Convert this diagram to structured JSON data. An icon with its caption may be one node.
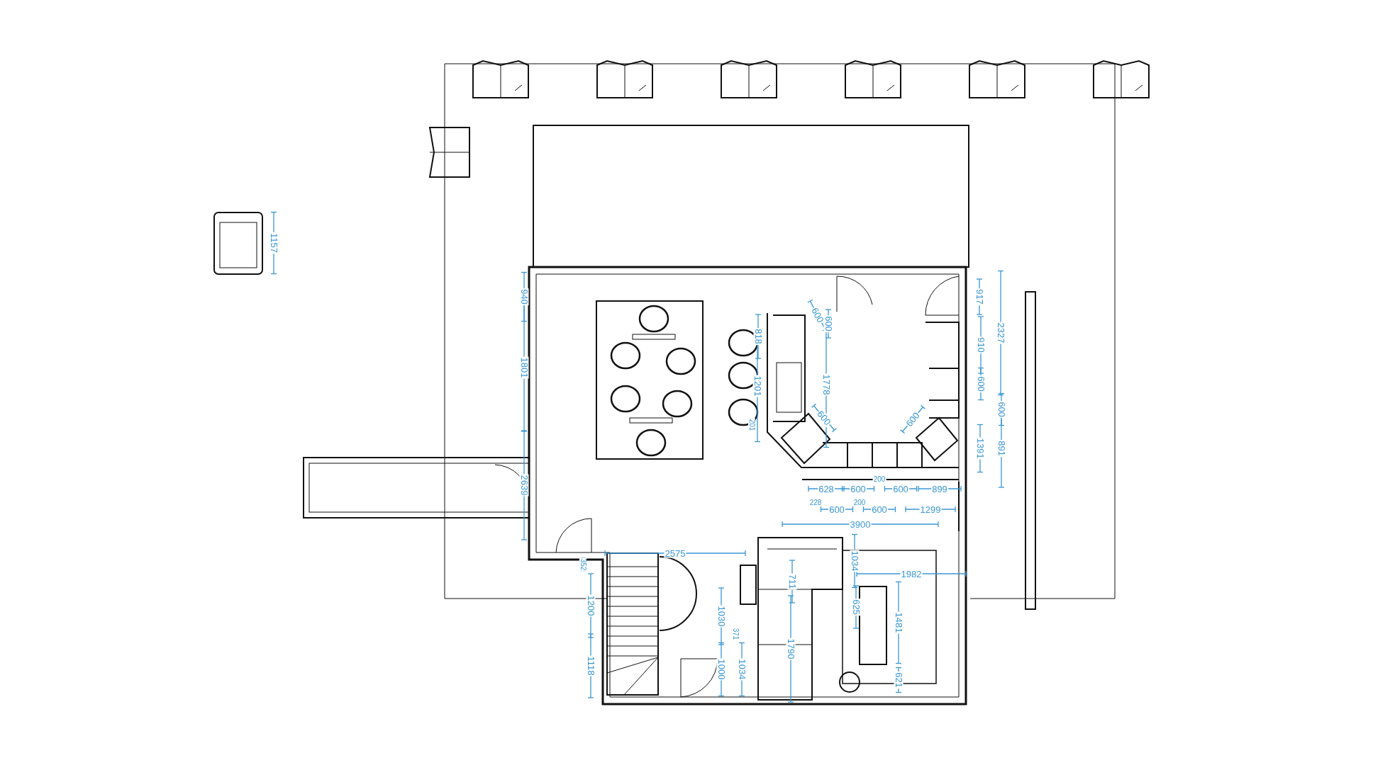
{
  "diagram": {
    "labels": [
      "1157",
      "940",
      "917",
      "818",
      "600",
      "600",
      "2327",
      "910",
      "1801",
      "1201",
      "1778",
      "600",
      "600",
      "201",
      "600",
      "600",
      "1391",
      "891",
      "2639",
      "200",
      "628",
      "600",
      "600",
      "899",
      "228",
      "200",
      "600",
      "600",
      "1299",
      "3900",
      "352",
      "2575",
      "1034",
      "1982",
      "711",
      "1200",
      "625",
      "1030",
      "371",
      "1481",
      "1790",
      "1118",
      "1000",
      "1034",
      "621"
    ]
  }
}
